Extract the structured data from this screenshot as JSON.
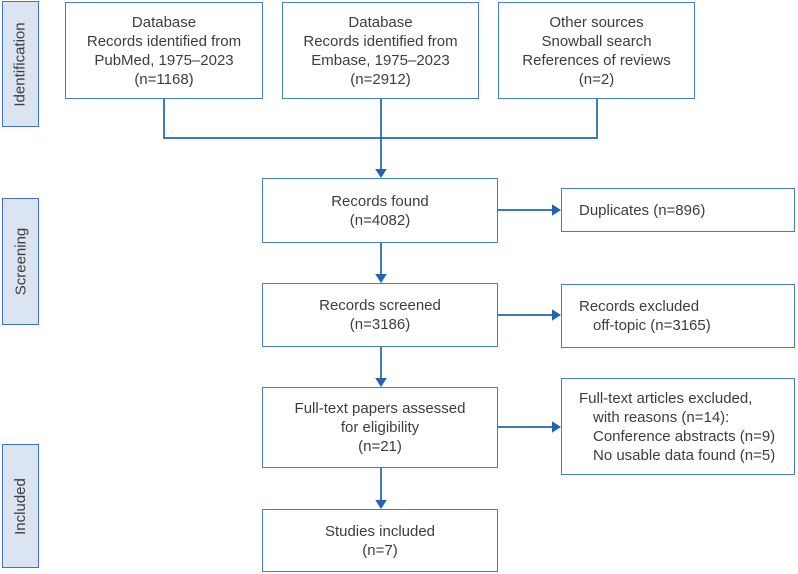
{
  "colors": {
    "box_border": "#4a7ebb",
    "box_fill": "#ffffff",
    "sidebar_fill": "#dbe5f2",
    "sidebar_border": "#4472b8",
    "arrow": "#2065b1",
    "text": "#3d3d3d"
  },
  "sidebar": {
    "stages": [
      {
        "label": "Identification"
      },
      {
        "label": "Screening"
      },
      {
        "label": "Included"
      }
    ]
  },
  "boxes": {
    "pubmed": {
      "lines": [
        "Database",
        "Records identified from",
        "PubMed, 1975–2023",
        "(n=1168)"
      ]
    },
    "embase": {
      "lines": [
        "Database",
        "Records identified from",
        "Embase, 1975–2023",
        "(n=2912)"
      ]
    },
    "other_sources": {
      "lines": [
        "Other sources",
        "Snowball search",
        "References of reviews",
        "(n=2)"
      ]
    },
    "records_found": {
      "lines": [
        "Records found",
        "(n=4082)"
      ]
    },
    "duplicates": {
      "lines": [
        "Duplicates (n=896)"
      ]
    },
    "records_screened": {
      "lines": [
        "Records screened",
        "(n=3186)"
      ]
    },
    "records_excluded": {
      "lines": [
        "Records excluded",
        "off-topic (n=3165)"
      ]
    },
    "fulltext_assessed": {
      "lines": [
        "Full-text papers assessed",
        "for eligibility",
        "(n=21)"
      ]
    },
    "fulltext_excluded": {
      "lines": [
        "Full-text articles excluded,",
        "with reasons (n=14):",
        "Conference abstracts (n=9)",
        "No usable data found (n=5)"
      ]
    },
    "studies_included": {
      "lines": [
        "Studies included",
        "(n=7)"
      ]
    }
  }
}
